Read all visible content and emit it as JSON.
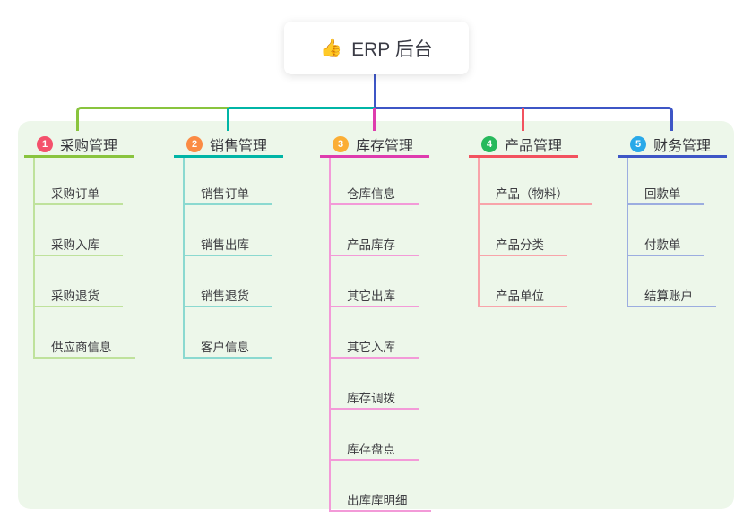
{
  "root": {
    "emoji": "👍",
    "label": "ERP 后台"
  },
  "connectors": {
    "root_line_color": "#3e56c6",
    "trunk_left_color": "#89c43e",
    "trunk_mid_color": "#00b5a6",
    "trunk_right_color": "#3e56c6"
  },
  "panel_color": "#edf7ea",
  "branches": [
    {
      "num": "1",
      "label": "采购管理",
      "badge_color": "#f4516c",
      "line_color": "#89c43e",
      "light_color": "#bfe29c",
      "children": [
        "采购订单",
        "采购入库",
        "采购退货",
        "供应商信息"
      ]
    },
    {
      "num": "2",
      "label": "销售管理",
      "badge_color": "#fb8b44",
      "line_color": "#00b5a6",
      "light_color": "#8bd9d0",
      "children": [
        "销售订单",
        "销售出库",
        "销售退货",
        "客户信息"
      ]
    },
    {
      "num": "3",
      "label": "库存管理",
      "badge_color": "#fbae35",
      "line_color": "#de3cae",
      "light_color": "#f39ad8",
      "children": [
        "仓库信息",
        "产品库存",
        "其它出库",
        "其它入库",
        "库存调拨",
        "库存盘点",
        "出库库明细"
      ]
    },
    {
      "num": "4",
      "label": "产品管理",
      "badge_color": "#27b95c",
      "line_color": "#f2525f",
      "light_color": "#f8a4aa",
      "children": [
        "产品（物料）",
        "产品分类",
        "产品单位"
      ]
    },
    {
      "num": "5",
      "label": "财务管理",
      "badge_color": "#29a9e9",
      "line_color": "#3e56c6",
      "light_color": "#9cade0",
      "children": [
        "回款单",
        "付款单",
        "结算账户"
      ]
    }
  ]
}
